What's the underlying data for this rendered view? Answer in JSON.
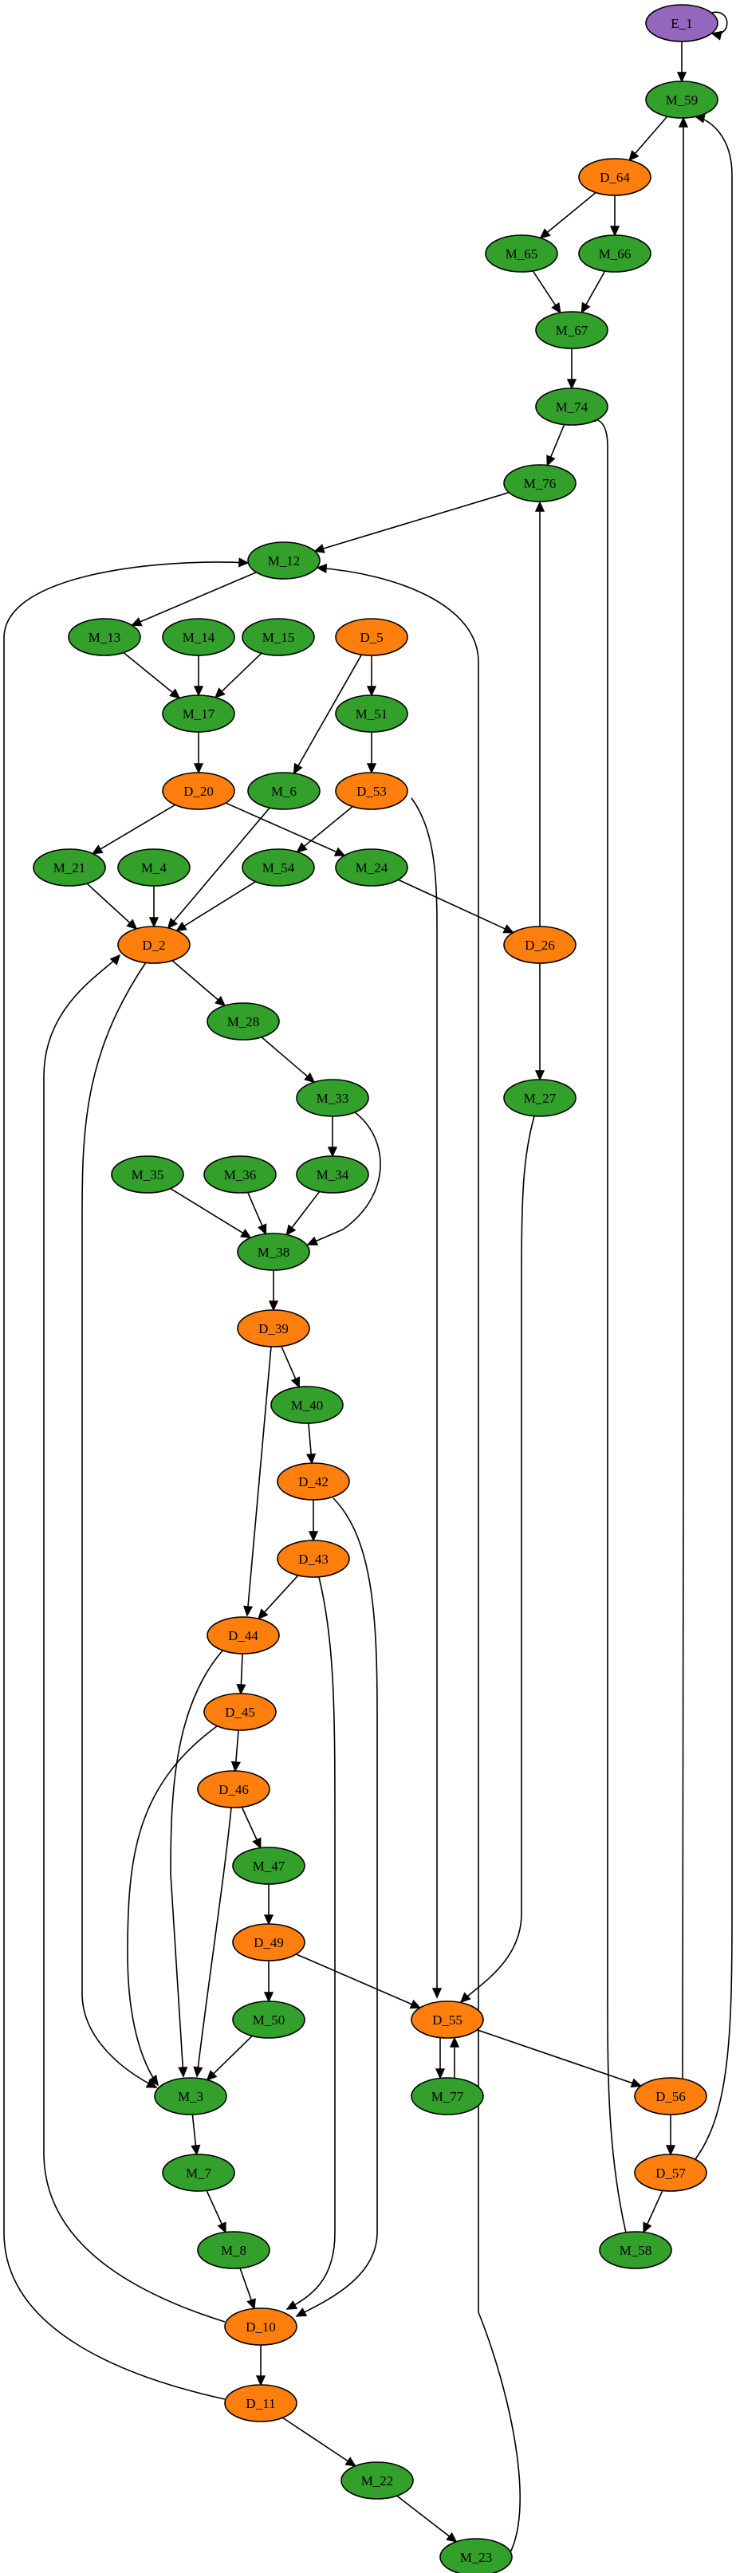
{
  "colors": {
    "M": "#33a02c",
    "D": "#ff7f0e",
    "E": "#9467bd",
    "edge": "#000000"
  },
  "nodes": [
    {
      "id": "E_1",
      "label": "E_1",
      "kind": "E"
    },
    {
      "id": "M_59",
      "label": "M_59",
      "kind": "M"
    },
    {
      "id": "D_64",
      "label": "D_64",
      "kind": "D"
    },
    {
      "id": "M_65",
      "label": "M_65",
      "kind": "M"
    },
    {
      "id": "M_66",
      "label": "M_66",
      "kind": "M"
    },
    {
      "id": "M_67",
      "label": "M_67",
      "kind": "M"
    },
    {
      "id": "M_74",
      "label": "M_74",
      "kind": "M"
    },
    {
      "id": "M_76",
      "label": "M_76",
      "kind": "M"
    },
    {
      "id": "M_12",
      "label": "M_12",
      "kind": "M"
    },
    {
      "id": "M_13",
      "label": "M_13",
      "kind": "M"
    },
    {
      "id": "M_14",
      "label": "M_14",
      "kind": "M"
    },
    {
      "id": "M_15",
      "label": "M_15",
      "kind": "M"
    },
    {
      "id": "D_5",
      "label": "D_5",
      "kind": "D"
    },
    {
      "id": "M_17",
      "label": "M_17",
      "kind": "M"
    },
    {
      "id": "M_51",
      "label": "M_51",
      "kind": "M"
    },
    {
      "id": "D_20",
      "label": "D_20",
      "kind": "D"
    },
    {
      "id": "M_6",
      "label": "M_6",
      "kind": "M"
    },
    {
      "id": "D_53",
      "label": "D_53",
      "kind": "D"
    },
    {
      "id": "M_21",
      "label": "M_21",
      "kind": "M"
    },
    {
      "id": "M_4",
      "label": "M_4",
      "kind": "M"
    },
    {
      "id": "M_54",
      "label": "M_54",
      "kind": "M"
    },
    {
      "id": "M_24",
      "label": "M_24",
      "kind": "M"
    },
    {
      "id": "D_2",
      "label": "D_2",
      "kind": "D"
    },
    {
      "id": "D_26",
      "label": "D_26",
      "kind": "D"
    },
    {
      "id": "M_28",
      "label": "M_28",
      "kind": "M"
    },
    {
      "id": "M_33",
      "label": "M_33",
      "kind": "M"
    },
    {
      "id": "M_27",
      "label": "M_27",
      "kind": "M"
    },
    {
      "id": "M_35",
      "label": "M_35",
      "kind": "M"
    },
    {
      "id": "M_36",
      "label": "M_36",
      "kind": "M"
    },
    {
      "id": "M_34",
      "label": "M_34",
      "kind": "M"
    },
    {
      "id": "M_38",
      "label": "M_38",
      "kind": "M"
    },
    {
      "id": "D_39",
      "label": "D_39",
      "kind": "D"
    },
    {
      "id": "M_40",
      "label": "M_40",
      "kind": "M"
    },
    {
      "id": "D_42",
      "label": "D_42",
      "kind": "D"
    },
    {
      "id": "D_43",
      "label": "D_43",
      "kind": "D"
    },
    {
      "id": "D_44",
      "label": "D_44",
      "kind": "D"
    },
    {
      "id": "D_45",
      "label": "D_45",
      "kind": "D"
    },
    {
      "id": "D_46",
      "label": "D_46",
      "kind": "D"
    },
    {
      "id": "M_47",
      "label": "M_47",
      "kind": "M"
    },
    {
      "id": "D_49",
      "label": "D_49",
      "kind": "D"
    },
    {
      "id": "M_50",
      "label": "M_50",
      "kind": "M"
    },
    {
      "id": "D_55",
      "label": "D_55",
      "kind": "D"
    },
    {
      "id": "M_3",
      "label": "M_3",
      "kind": "M"
    },
    {
      "id": "M_77",
      "label": "M_77",
      "kind": "M"
    },
    {
      "id": "D_56",
      "label": "D_56",
      "kind": "D"
    },
    {
      "id": "M_7",
      "label": "M_7",
      "kind": "M"
    },
    {
      "id": "D_57",
      "label": "D_57",
      "kind": "D"
    },
    {
      "id": "M_8",
      "label": "M_8",
      "kind": "M"
    },
    {
      "id": "M_58",
      "label": "M_58",
      "kind": "M"
    },
    {
      "id": "D_10",
      "label": "D_10",
      "kind": "D"
    },
    {
      "id": "D_11",
      "label": "D_11",
      "kind": "D"
    },
    {
      "id": "M_22",
      "label": "M_22",
      "kind": "M"
    },
    {
      "id": "M_23",
      "label": "M_23",
      "kind": "M"
    }
  ],
  "edges": [
    {
      "from": "E_1",
      "to": "E_1"
    },
    {
      "from": "E_1",
      "to": "M_59"
    },
    {
      "from": "M_59",
      "to": "D_64"
    },
    {
      "from": "D_64",
      "to": "M_65"
    },
    {
      "from": "D_64",
      "to": "M_66"
    },
    {
      "from": "M_65",
      "to": "M_67"
    },
    {
      "from": "M_66",
      "to": "M_67"
    },
    {
      "from": "M_67",
      "to": "M_74"
    },
    {
      "from": "M_74",
      "to": "M_76"
    },
    {
      "from": "M_76",
      "to": "M_12"
    },
    {
      "from": "M_12",
      "to": "M_13"
    },
    {
      "from": "M_13",
      "to": "M_17"
    },
    {
      "from": "M_14",
      "to": "M_17"
    },
    {
      "from": "M_15",
      "to": "M_17"
    },
    {
      "from": "M_17",
      "to": "D_20"
    },
    {
      "from": "D_5",
      "to": "M_51"
    },
    {
      "from": "D_5",
      "to": "M_6"
    },
    {
      "from": "M_51",
      "to": "D_53"
    },
    {
      "from": "D_20",
      "to": "M_21"
    },
    {
      "from": "D_20",
      "to": "M_24"
    },
    {
      "from": "M_6",
      "to": "D_2"
    },
    {
      "from": "D_53",
      "to": "M_54"
    },
    {
      "from": "D_53",
      "to": "D_55"
    },
    {
      "from": "M_21",
      "to": "D_2"
    },
    {
      "from": "M_4",
      "to": "D_2"
    },
    {
      "from": "M_54",
      "to": "D_2"
    },
    {
      "from": "M_24",
      "to": "D_26"
    },
    {
      "from": "D_2",
      "to": "M_28"
    },
    {
      "from": "D_2",
      "to": "M_3"
    },
    {
      "from": "D_26",
      "to": "M_76"
    },
    {
      "from": "D_26",
      "to": "M_27"
    },
    {
      "from": "M_28",
      "to": "M_33"
    },
    {
      "from": "M_33",
      "to": "M_34"
    },
    {
      "from": "M_33",
      "to": "M_38"
    },
    {
      "from": "M_27",
      "to": "D_55"
    },
    {
      "from": "M_35",
      "to": "M_38"
    },
    {
      "from": "M_36",
      "to": "M_38"
    },
    {
      "from": "M_34",
      "to": "M_38"
    },
    {
      "from": "M_38",
      "to": "D_39"
    },
    {
      "from": "D_39",
      "to": "M_40"
    },
    {
      "from": "D_39",
      "to": "D_44"
    },
    {
      "from": "M_40",
      "to": "D_42"
    },
    {
      "from": "D_42",
      "to": "D_43"
    },
    {
      "from": "D_42",
      "to": "D_10"
    },
    {
      "from": "D_43",
      "to": "D_44"
    },
    {
      "from": "D_43",
      "to": "D_10"
    },
    {
      "from": "D_44",
      "to": "D_45"
    },
    {
      "from": "D_44",
      "to": "M_3"
    },
    {
      "from": "D_45",
      "to": "D_46"
    },
    {
      "from": "D_45",
      "to": "M_3"
    },
    {
      "from": "D_46",
      "to": "M_47"
    },
    {
      "from": "D_46",
      "to": "M_3"
    },
    {
      "from": "M_47",
      "to": "D_49"
    },
    {
      "from": "D_49",
      "to": "M_50"
    },
    {
      "from": "D_49",
      "to": "D_55"
    },
    {
      "from": "M_50",
      "to": "M_3"
    },
    {
      "from": "D_55",
      "to": "M_77"
    },
    {
      "from": "M_77",
      "to": "D_55"
    },
    {
      "from": "D_55",
      "to": "D_56"
    },
    {
      "from": "D_56",
      "to": "M_59"
    },
    {
      "from": "D_56",
      "to": "D_57"
    },
    {
      "from": "D_57",
      "to": "M_59"
    },
    {
      "from": "D_57",
      "to": "M_58"
    },
    {
      "from": "M_58",
      "to": "M_74"
    },
    {
      "from": "M_3",
      "to": "M_7"
    },
    {
      "from": "M_7",
      "to": "M_8"
    },
    {
      "from": "M_8",
      "to": "D_10"
    },
    {
      "from": "D_10",
      "to": "D_2"
    },
    {
      "from": "D_10",
      "to": "D_11"
    },
    {
      "from": "D_11",
      "to": "M_12"
    },
    {
      "from": "D_11",
      "to": "M_22"
    },
    {
      "from": "M_22",
      "to": "M_23"
    },
    {
      "from": "M_23",
      "to": "M_12"
    }
  ]
}
